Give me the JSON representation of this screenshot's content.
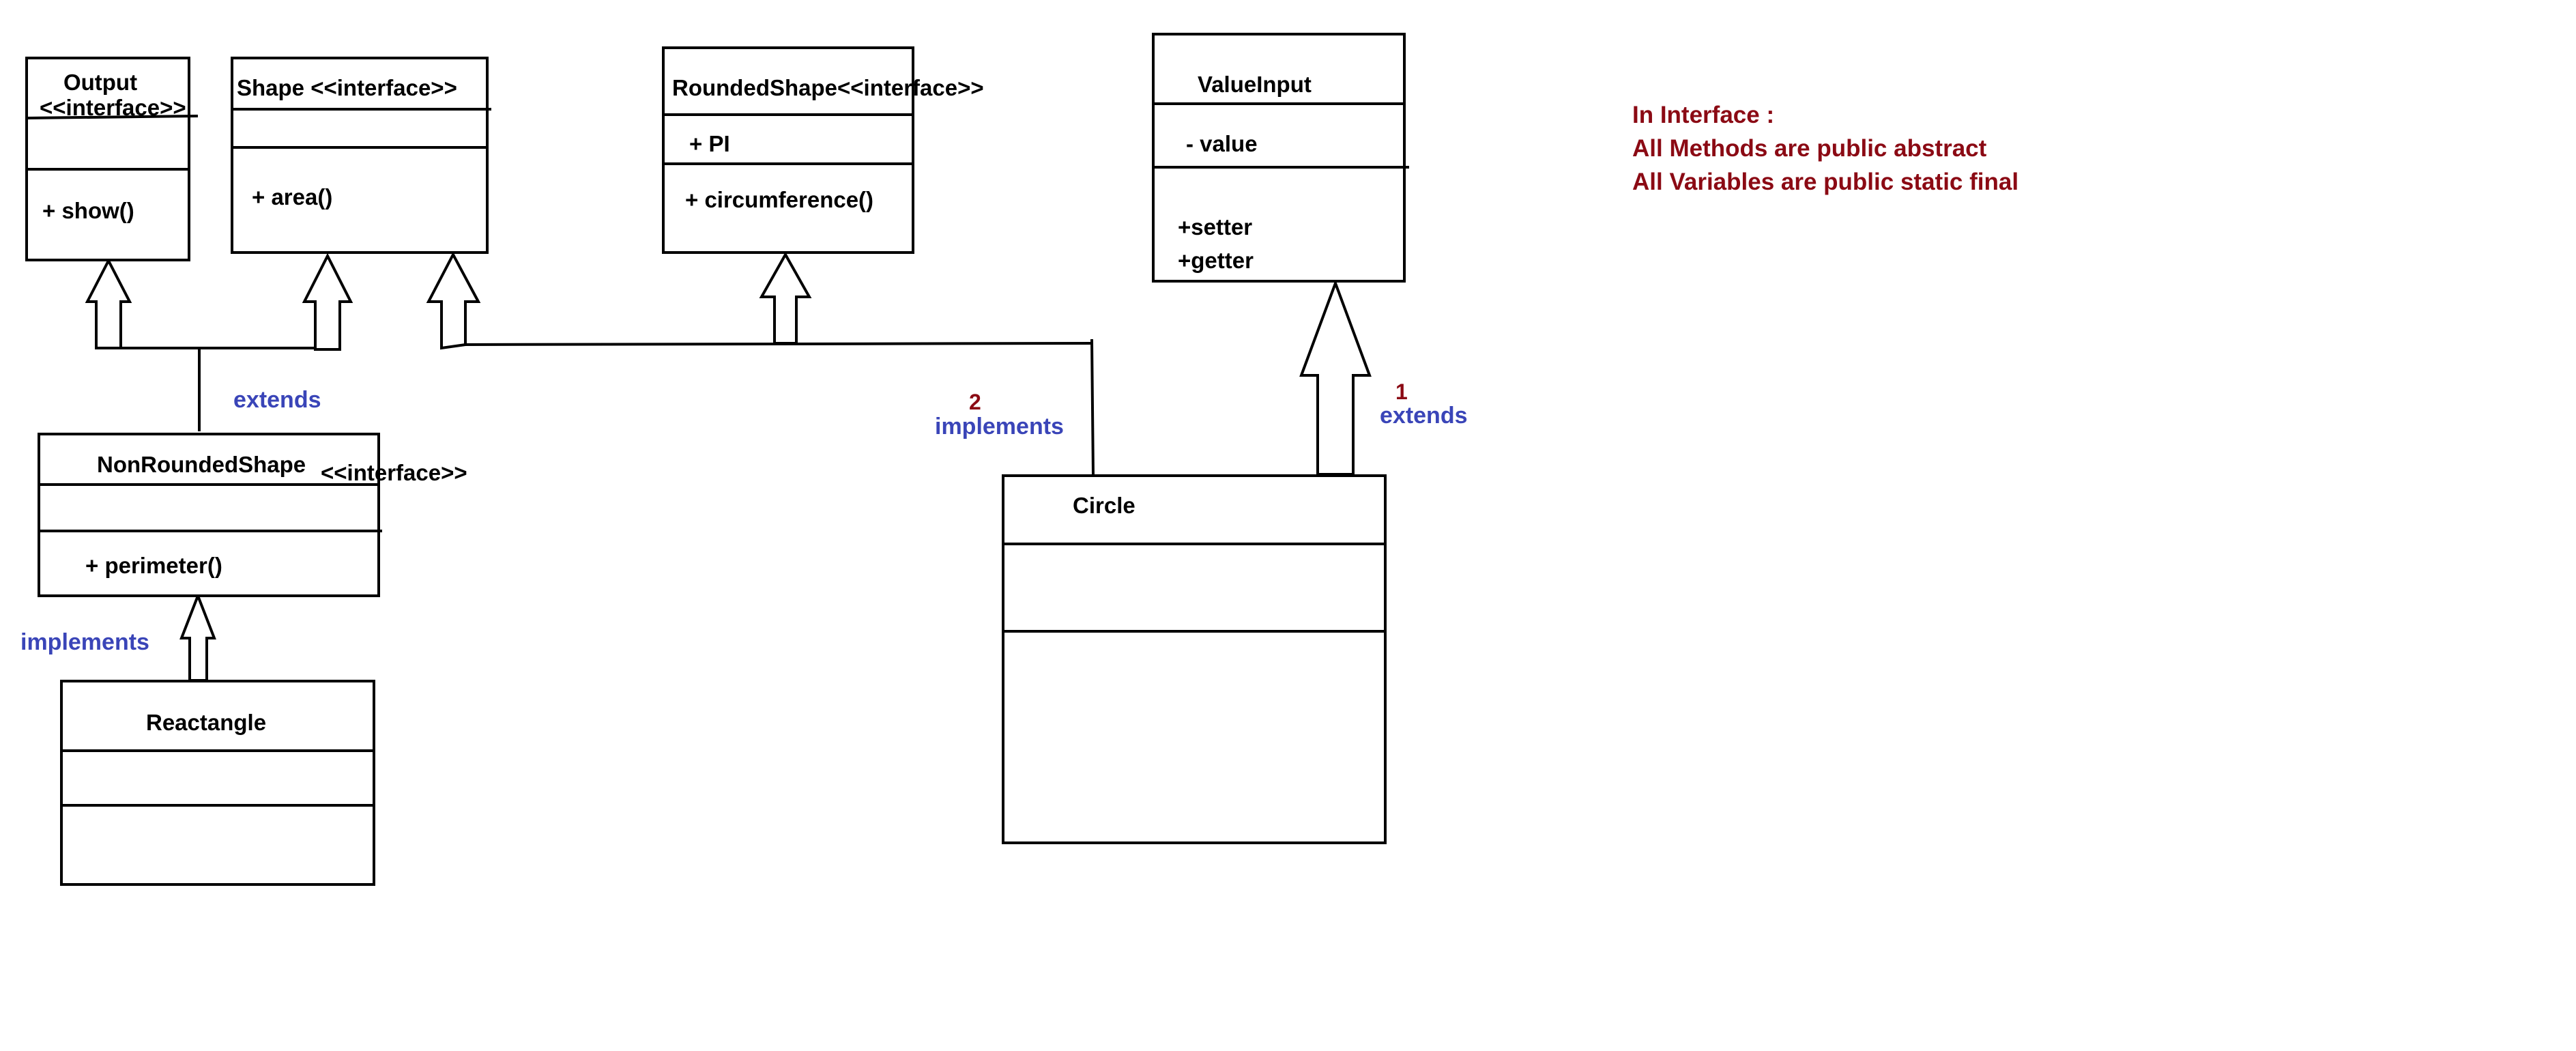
{
  "classes": {
    "output": {
      "name_line1": "Output",
      "name_line2": "<<interface>>",
      "methods": [
        "+ show()"
      ]
    },
    "shape": {
      "name": "Shape <<interface>>",
      "methods": [
        "+ area()"
      ]
    },
    "rounded_shape": {
      "name": "RoundedShape<<interface>>",
      "attributes": [
        "+ PI"
      ],
      "methods": [
        "+ circumference()"
      ]
    },
    "value_input": {
      "name": "ValueInput",
      "attributes": [
        "- value"
      ],
      "methods": [
        "+setter",
        "+getter"
      ]
    },
    "non_rounded_shape": {
      "name": "NonRoundedShape",
      "stereotype": "<<interface>>",
      "methods": [
        "+ perimeter()"
      ]
    },
    "rectangle": {
      "name": "Reactangle"
    },
    "circle": {
      "name": "Circle"
    }
  },
  "relations": {
    "nonrounded_extends": "extends",
    "rectangle_implements": "implements",
    "circle_implements": "implements",
    "circle_implements_number": "2",
    "circle_extends": "extends",
    "circle_extends_number": "1"
  },
  "note": {
    "title": "In Interface :",
    "lines": [
      "All Methods are public abstract",
      "All Variables are public static final"
    ]
  },
  "colors": {
    "relation_label": "#3a45b8",
    "note_text": "#8b0a14",
    "line": "#000000",
    "background": "#ffffff"
  }
}
